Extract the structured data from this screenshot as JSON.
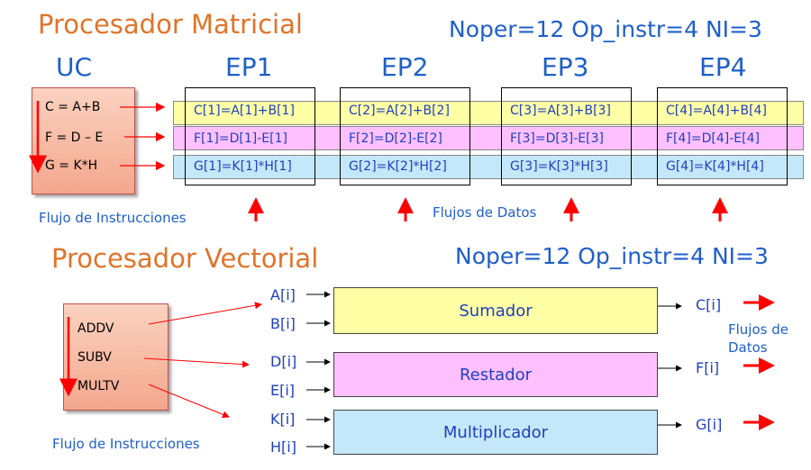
{
  "matrix": {
    "title": "Procesador Matricial",
    "params": "Noper=12  Op_instr=4  NI=3",
    "uc_label": "UC",
    "ep_labels": [
      "EP1",
      "EP2",
      "EP3",
      "EP4"
    ],
    "uc_instructions": [
      "C = A+B",
      "F = D – E",
      "G = K*H"
    ],
    "rows": [
      [
        "C[1]=A[1]+B[1]",
        "C[2]=A[2]+B[2]",
        "C[3]=A[3]+B[3]",
        "C[4]=A[4]+B[4]"
      ],
      [
        "F[1]=D[1]-E[1]",
        "F[2]=D[2]-E[2]",
        "F[3]=D[3]-E[3]",
        "F[4]=D[4]-E[4]"
      ],
      [
        "G[1]=K[1]*H[1]",
        "G[2]=K[2]*H[2]",
        "G[3]=K[3]*H[3]",
        "G[4]=K[4]*H[4]"
      ]
    ],
    "instr_flow_label": "Flujo de Instrucciones",
    "data_flow_label": "Flujos de Datos"
  },
  "vector": {
    "title": "Procesador Vectorial",
    "params": "Noper=12  Op_instr=4  NI=3",
    "instructions": [
      "ADDV",
      "SUBV",
      "MULTV"
    ],
    "instr_flow_label": "Flujo de Instrucciones",
    "inputs": [
      "A[i]",
      "B[i]",
      "D[i]",
      "E[i]",
      "K[i]",
      "H[i]"
    ],
    "units": [
      "Sumador",
      "Restador",
      "Multiplicador"
    ],
    "outputs": [
      "C[i]",
      "F[i]",
      "G[i]"
    ],
    "data_flow_label": "Flujos de\nDatos"
  },
  "colors": {
    "yellow": "#ffffa6",
    "pink": "#ffc0ff",
    "cyan": "#c4e8fa",
    "red": "#ff0000",
    "title_orange": "#e0742a",
    "text_blue": "#1f5fc8"
  }
}
